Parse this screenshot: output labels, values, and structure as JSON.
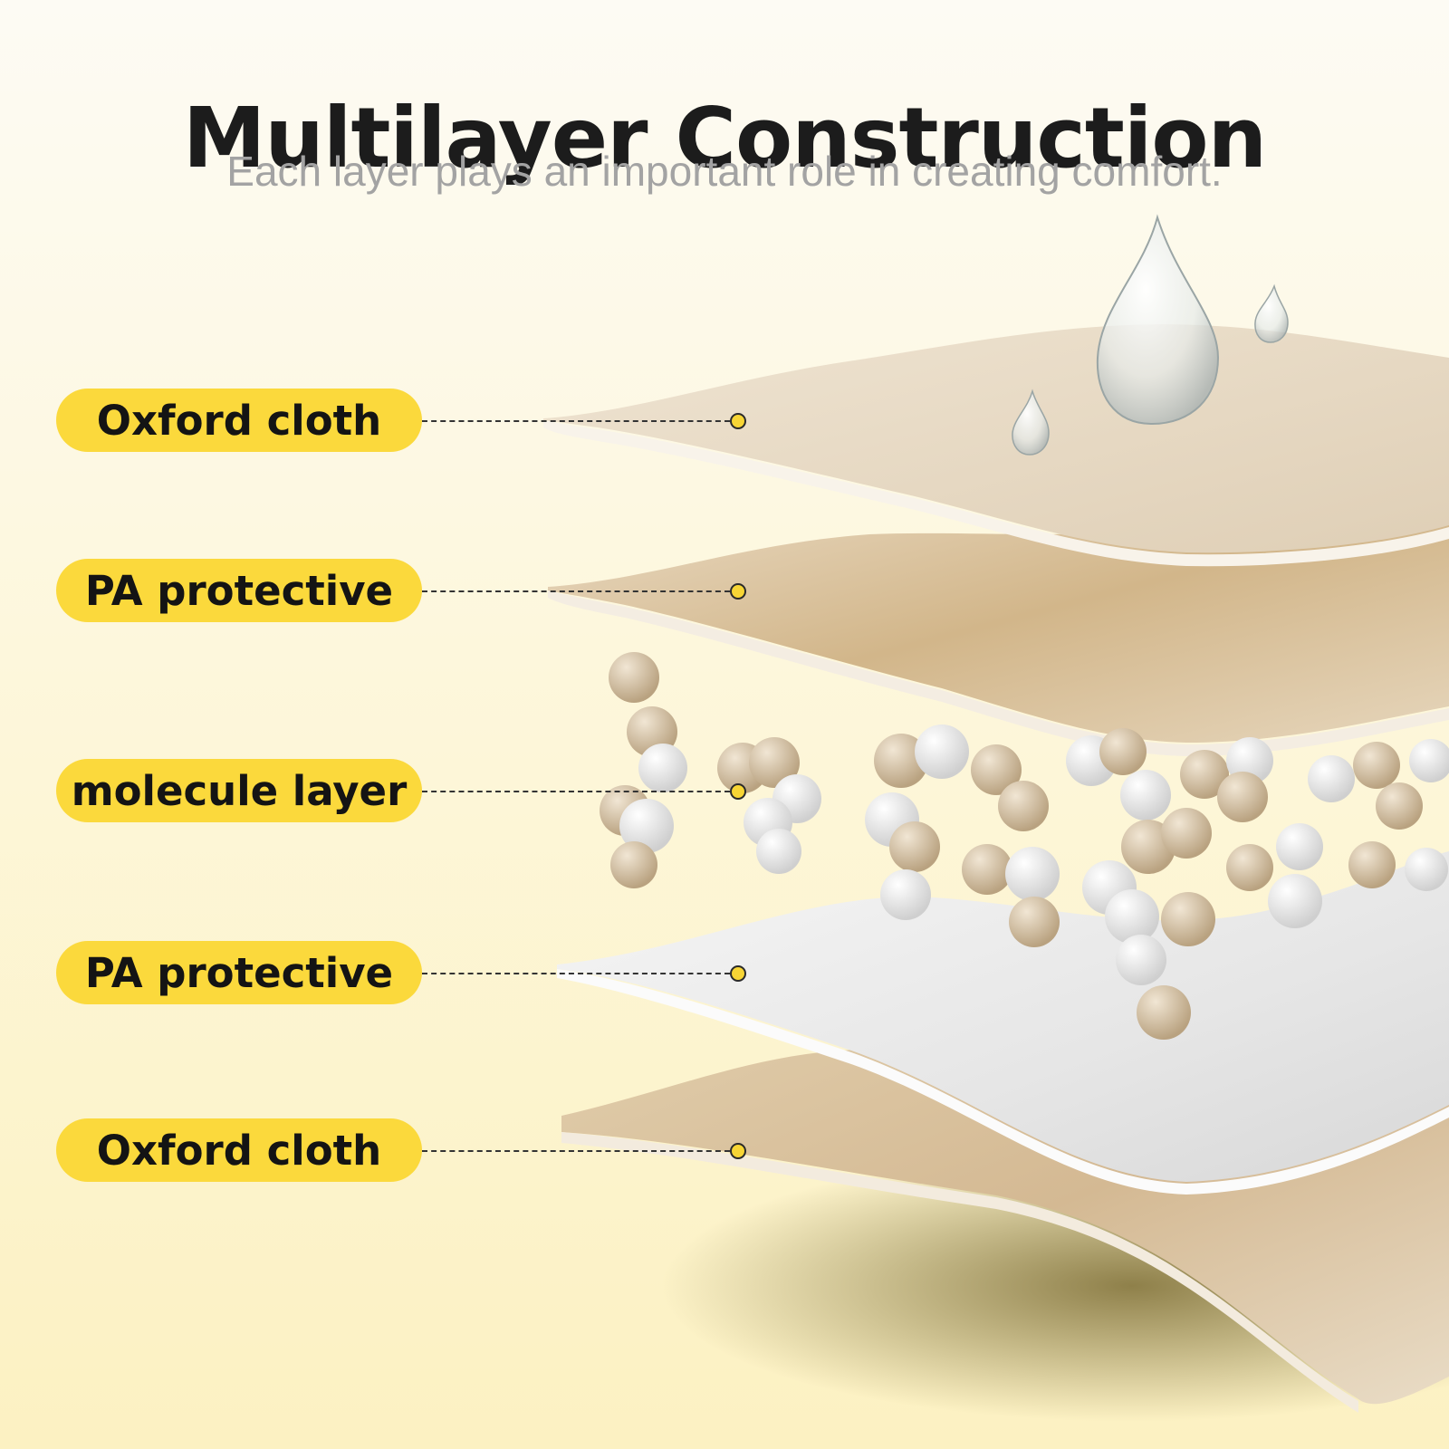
{
  "header": {
    "title": "Multilayer Construction",
    "subtitle": "Each layer plays an important role in creating comfort."
  },
  "layers": [
    {
      "label": "Oxford cloth"
    },
    {
      "label": "PA protective"
    },
    {
      "label": "molecule layer"
    },
    {
      "label": "PA protective"
    },
    {
      "label": "Oxford cloth"
    }
  ],
  "colors": {
    "label_background": "#fbd93c",
    "title": "#1c1c1c",
    "subtitle": "#a3a3a3",
    "fabric_beige": "#e8d9c1",
    "fabric_tan": "#d9c19a",
    "fabric_white": "#efefef"
  }
}
